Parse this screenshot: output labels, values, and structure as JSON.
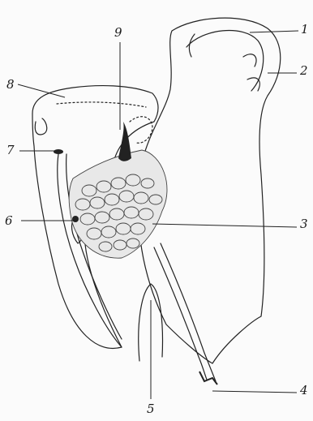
{
  "figure": {
    "labels": {
      "l1": "1",
      "l2": "2",
      "l3": "3",
      "l4": "4",
      "l5": "5",
      "l6": "6",
      "l7": "7",
      "l8": "8",
      "l9": "9"
    }
  }
}
